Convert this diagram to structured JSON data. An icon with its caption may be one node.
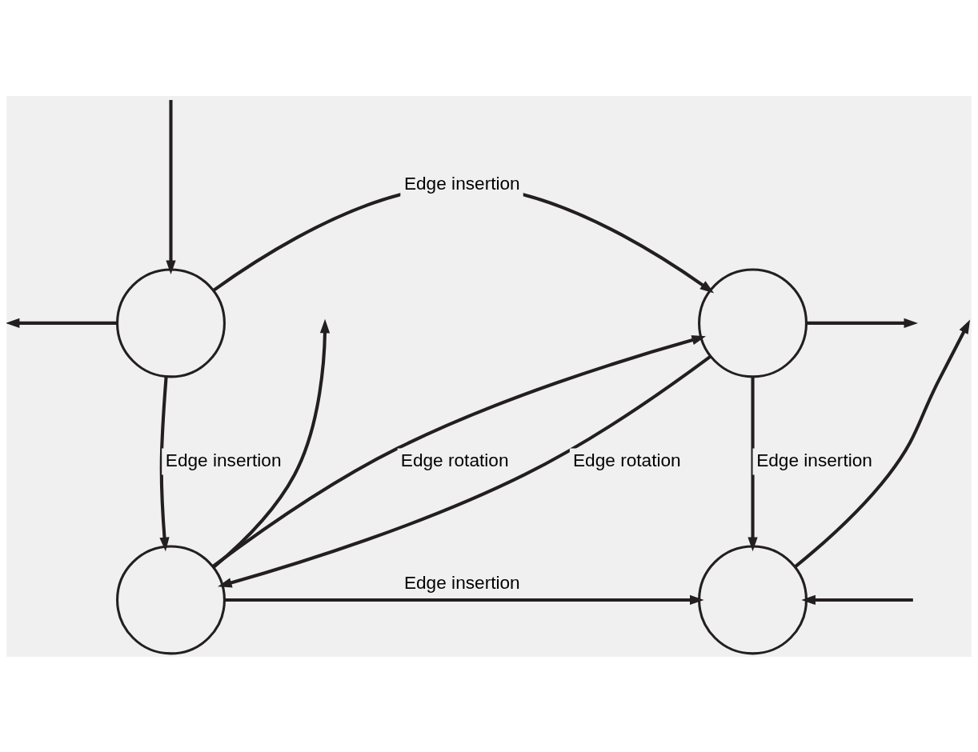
{
  "diagram": {
    "nodes": [
      {
        "text": [],
        "shape": "circle"
      },
      {
        "text": [],
        "shape": "circle"
      },
      {
        "text": [],
        "shape": "circle"
      },
      {
        "text": [],
        "shape": "circle"
      }
    ],
    "edges": [
      {
        "from": 0,
        "to": 1,
        "arrow": "to",
        "label": "Edge insertion"
      },
      {
        "from": 0,
        "to": 2,
        "arrow": "to",
        "label": "Edge insertion"
      },
      {
        "from": 1,
        "to": 2,
        "arrow": "to",
        "label": "Edge rotation"
      },
      {
        "from": 2,
        "to": 1,
        "arrow": "to",
        "label": "Edge rotation"
      },
      {
        "from": 1,
        "to": 3,
        "arrow": "to",
        "label": "Edge insertion"
      },
      {
        "from": 2,
        "to": 3,
        "arrow": "to",
        "label": "Edge insertion"
      },
      {
        "from": null,
        "to": 0,
        "arrow": "to"
      },
      {
        "from": 0,
        "to": null,
        "arrow": "to"
      },
      {
        "from": 1,
        "to": null,
        "arrow": "to"
      },
      {
        "from": 2,
        "to": null,
        "arrow": "to"
      },
      {
        "from": 3,
        "to": null,
        "arrow": "to"
      },
      {
        "from": null,
        "to": 3,
        "arrow": "to"
      }
    ]
  }
}
